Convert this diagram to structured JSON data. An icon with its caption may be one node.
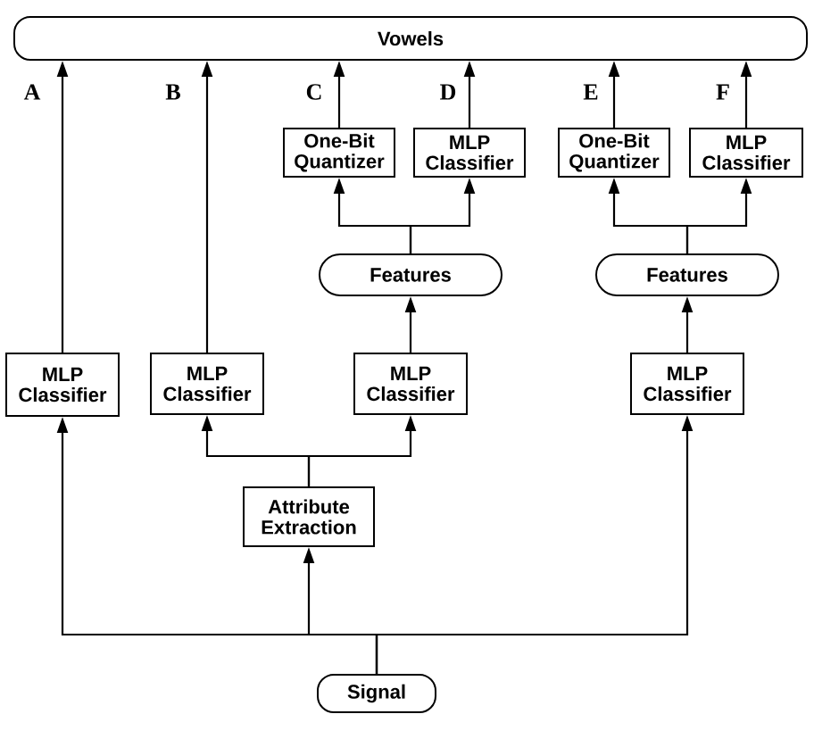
{
  "diagram": {
    "nodes": [
      {
        "text": [
          "Vowels"
        ]
      },
      {
        "text": [
          "One-Bit Quantizer"
        ]
      },
      {
        "text": [
          "MLP Classifier"
        ]
      },
      {
        "text": [
          "One-Bit Quantizer"
        ]
      },
      {
        "text": [
          "MLP Classifier"
        ]
      },
      {
        "text": [
          "Features"
        ]
      },
      {
        "text": [
          "Features"
        ]
      },
      {
        "text": [
          "MLP Classifier"
        ]
      },
      {
        "text": [
          "MLP Classifier"
        ]
      },
      {
        "text": [
          "MLP Classifier"
        ]
      },
      {
        "text": [
          "MLP Classifier"
        ]
      },
      {
        "text": [
          "Attribute Extraction"
        ]
      },
      {
        "text": [
          "Signal"
        ]
      }
    ],
    "edges": [
      {
        "from": 12,
        "to": 7,
        "arrow": "to"
      },
      {
        "from": 12,
        "to": 11,
        "arrow": "to"
      },
      {
        "from": 12,
        "to": 10,
        "arrow": "to"
      },
      {
        "from": 11,
        "to": 8,
        "arrow": "to"
      },
      {
        "from": 11,
        "to": 9,
        "arrow": "to"
      },
      {
        "from": 7,
        "to": 0,
        "arrow": "to",
        "label": "A"
      },
      {
        "from": 8,
        "to": 0,
        "arrow": "to",
        "label": "B"
      },
      {
        "from": 9,
        "to": 5,
        "arrow": "to"
      },
      {
        "from": 5,
        "to": 1,
        "arrow": "to"
      },
      {
        "from": 5,
        "to": 2,
        "arrow": "to"
      },
      {
        "from": 1,
        "to": 0,
        "arrow": "to",
        "label": "C"
      },
      {
        "from": 2,
        "to": 0,
        "arrow": "to",
        "label": "D"
      },
      {
        "from": 10,
        "to": 6,
        "arrow": "to"
      },
      {
        "from": 6,
        "to": 3,
        "arrow": "to"
      },
      {
        "from": 6,
        "to": 4,
        "arrow": "to"
      },
      {
        "from": 3,
        "to": 0,
        "arrow": "to",
        "label": "E"
      },
      {
        "from": 4,
        "to": 0,
        "arrow": "to",
        "label": "F"
      }
    ]
  }
}
